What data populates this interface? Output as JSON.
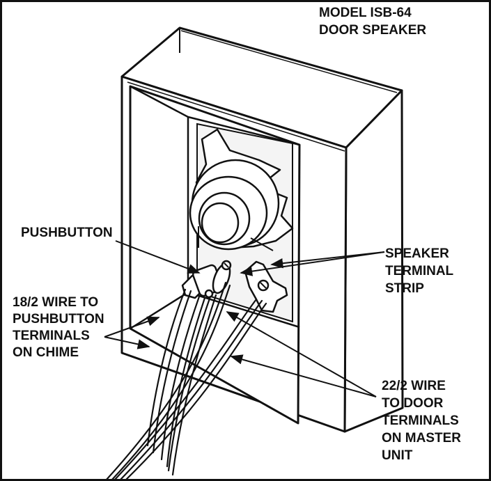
{
  "title": {
    "line1": "MODEL ISB-64",
    "line2": "DOOR SPEAKER"
  },
  "callouts": {
    "pushbutton": {
      "line1": "PUSHBUTTON"
    },
    "speaker_terminal_strip": {
      "line1": "SPEAKER",
      "line2": "TERMINAL",
      "line3": "STRIP"
    },
    "wire_18_2": {
      "line1": "18/2 WIRE TO",
      "line2": "PUSHBUTTON",
      "line3": "TERMINALS",
      "line4": "ON CHIME"
    },
    "wire_22_2": {
      "line1": "22/2 WIRE",
      "line2": "TO DOOR",
      "line3": "TERMINALS",
      "line4": "ON MASTER",
      "line5": "UNIT"
    }
  }
}
